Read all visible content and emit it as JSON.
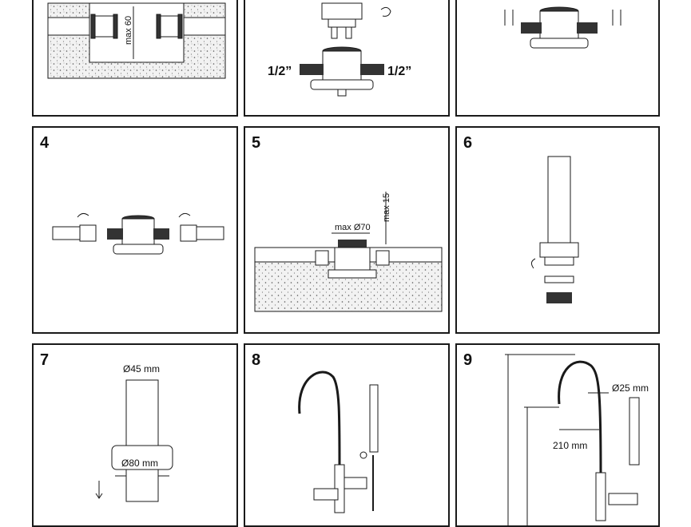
{
  "panels": [
    {
      "number": "",
      "labels": {
        "max_height": "max 60"
      }
    },
    {
      "number": "",
      "labels": {
        "thread_left": "1/2”",
        "thread_right": "1/2”"
      }
    },
    {
      "number": "",
      "labels": {}
    },
    {
      "number": "4",
      "labels": {}
    },
    {
      "number": "5",
      "labels": {
        "diameter": "max Ø70",
        "height": "max 15"
      }
    },
    {
      "number": "6",
      "labels": {}
    },
    {
      "number": "7",
      "labels": {
        "tube_diameter": "Ø45 mm",
        "flange_diameter": "Ø80 mm"
      }
    },
    {
      "number": "8",
      "labels": {}
    },
    {
      "number": "9",
      "labels": {
        "spout_diameter": "Ø25 mm",
        "reach": "210 mm"
      }
    }
  ],
  "colors": {
    "line": "#1a1a1a",
    "concrete": "#ececec",
    "dark_thread": "#333333"
  }
}
